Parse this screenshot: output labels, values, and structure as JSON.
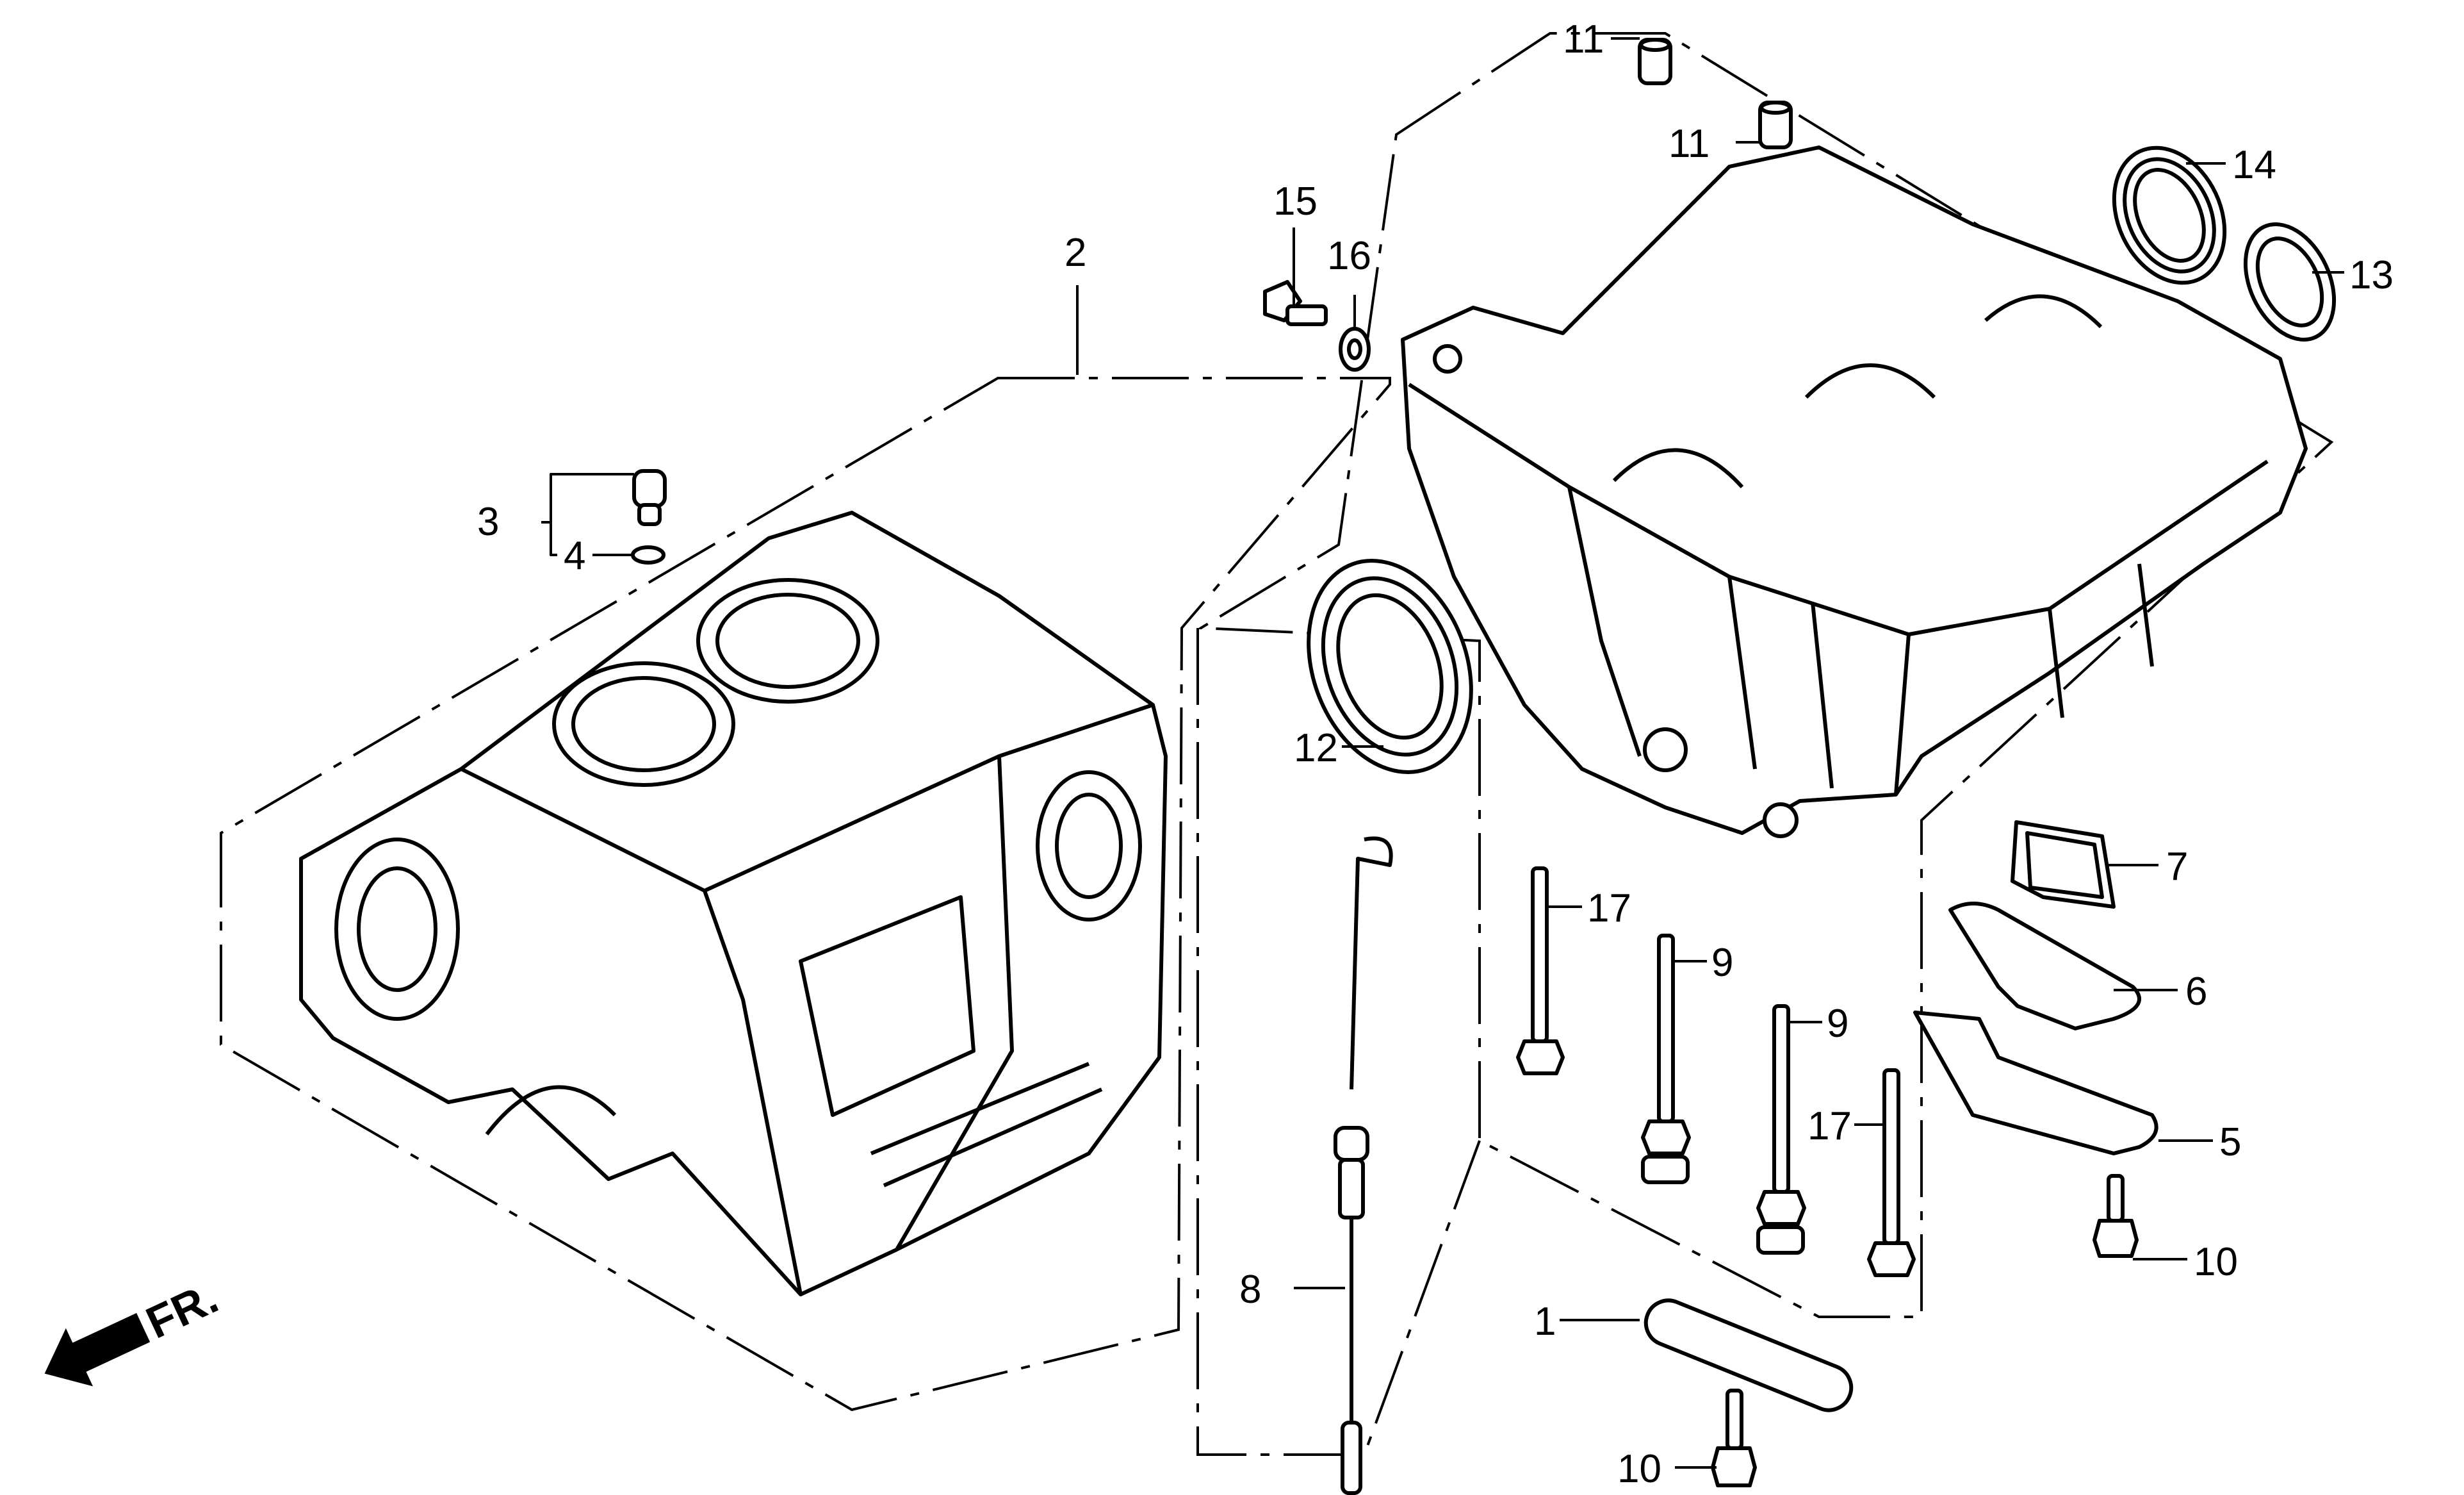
{
  "diagram": {
    "title": "Cylinder block / crankcase exploded parts view",
    "direction_indicator": {
      "label": "FR.",
      "icon": "front-direction-arrow-icon"
    },
    "callouts": [
      {
        "id": "1",
        "label": "1",
        "part": "plate"
      },
      {
        "id": "2",
        "label": "2",
        "part": "cylinder-block"
      },
      {
        "id": "3",
        "label": "3",
        "part": "plug-with-washer-set"
      },
      {
        "id": "4",
        "label": "4",
        "part": "washer"
      },
      {
        "id": "5",
        "label": "5",
        "part": "plate"
      },
      {
        "id": "6",
        "label": "6",
        "part": "gasket"
      },
      {
        "id": "7",
        "label": "7",
        "part": "strainer"
      },
      {
        "id": "8",
        "label": "8",
        "part": "dipstick"
      },
      {
        "id": "9a",
        "label": "9",
        "part": "bolt"
      },
      {
        "id": "9b",
        "label": "9",
        "part": "bolt"
      },
      {
        "id": "10a",
        "label": "10",
        "part": "flange-bolt"
      },
      {
        "id": "10b",
        "label": "10",
        "part": "flange-bolt"
      },
      {
        "id": "11a",
        "label": "11",
        "part": "dowel-pin"
      },
      {
        "id": "11b",
        "label": "11",
        "part": "dowel-pin"
      },
      {
        "id": "12",
        "label": "12",
        "part": "oil-seal"
      },
      {
        "id": "13",
        "label": "13",
        "part": "oil-seal"
      },
      {
        "id": "14",
        "label": "14",
        "part": "oil-seal"
      },
      {
        "id": "15",
        "label": "15",
        "part": "drain-bolt"
      },
      {
        "id": "16",
        "label": "16",
        "part": "washer"
      },
      {
        "id": "17a",
        "label": "17",
        "part": "bolt"
      },
      {
        "id": "17b",
        "label": "17",
        "part": "bolt"
      }
    ]
  }
}
